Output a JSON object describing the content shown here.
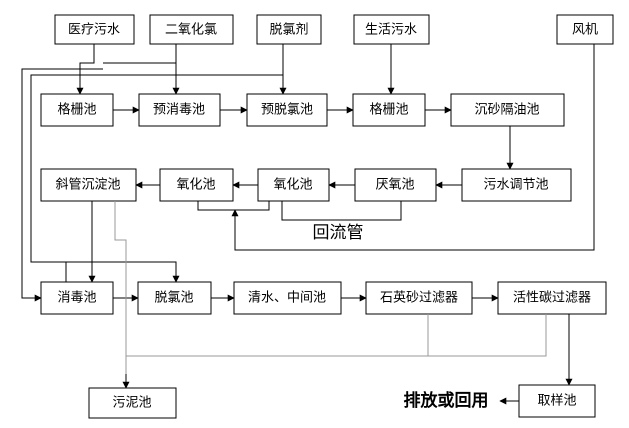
{
  "inputs": {
    "medical_wastewater": "医疗污水",
    "chlorine_dioxide": "二氧化氯",
    "dechlorinating_agent": "脱氯剂",
    "domestic_wastewater": "生活污水",
    "blower": "风机"
  },
  "row1": {
    "grid_tank_1": "格栅池",
    "pre_disinfection_tank": "预消毒池",
    "pre_dechlorination_tank": "预脱氯池",
    "grid_tank_2": "格栅池",
    "grit_oil_separator": "沉砂隔油池"
  },
  "row2": {
    "inclined_tube_settler": "斜管沉淀池",
    "oxidation_tank_1": "氧化池",
    "oxidation_tank_2": "氧化池",
    "anoxic_tank": "厌氧池",
    "equalization_tank": "污水调节池"
  },
  "row3": {
    "disinfection_tank": "消毒池",
    "dechlorination_tank": "脱氯池",
    "clear_water_tank": "清水、中间池",
    "quartz_sand_filter": "石英砂过滤器",
    "activated_carbon_filter": "活性碳过滤器"
  },
  "row4": {
    "sludge_tank": "污泥池",
    "sampling_tank": "取样池",
    "discharge_or_reuse": "排放或回用"
  },
  "return_pipe_label": "回流管"
}
